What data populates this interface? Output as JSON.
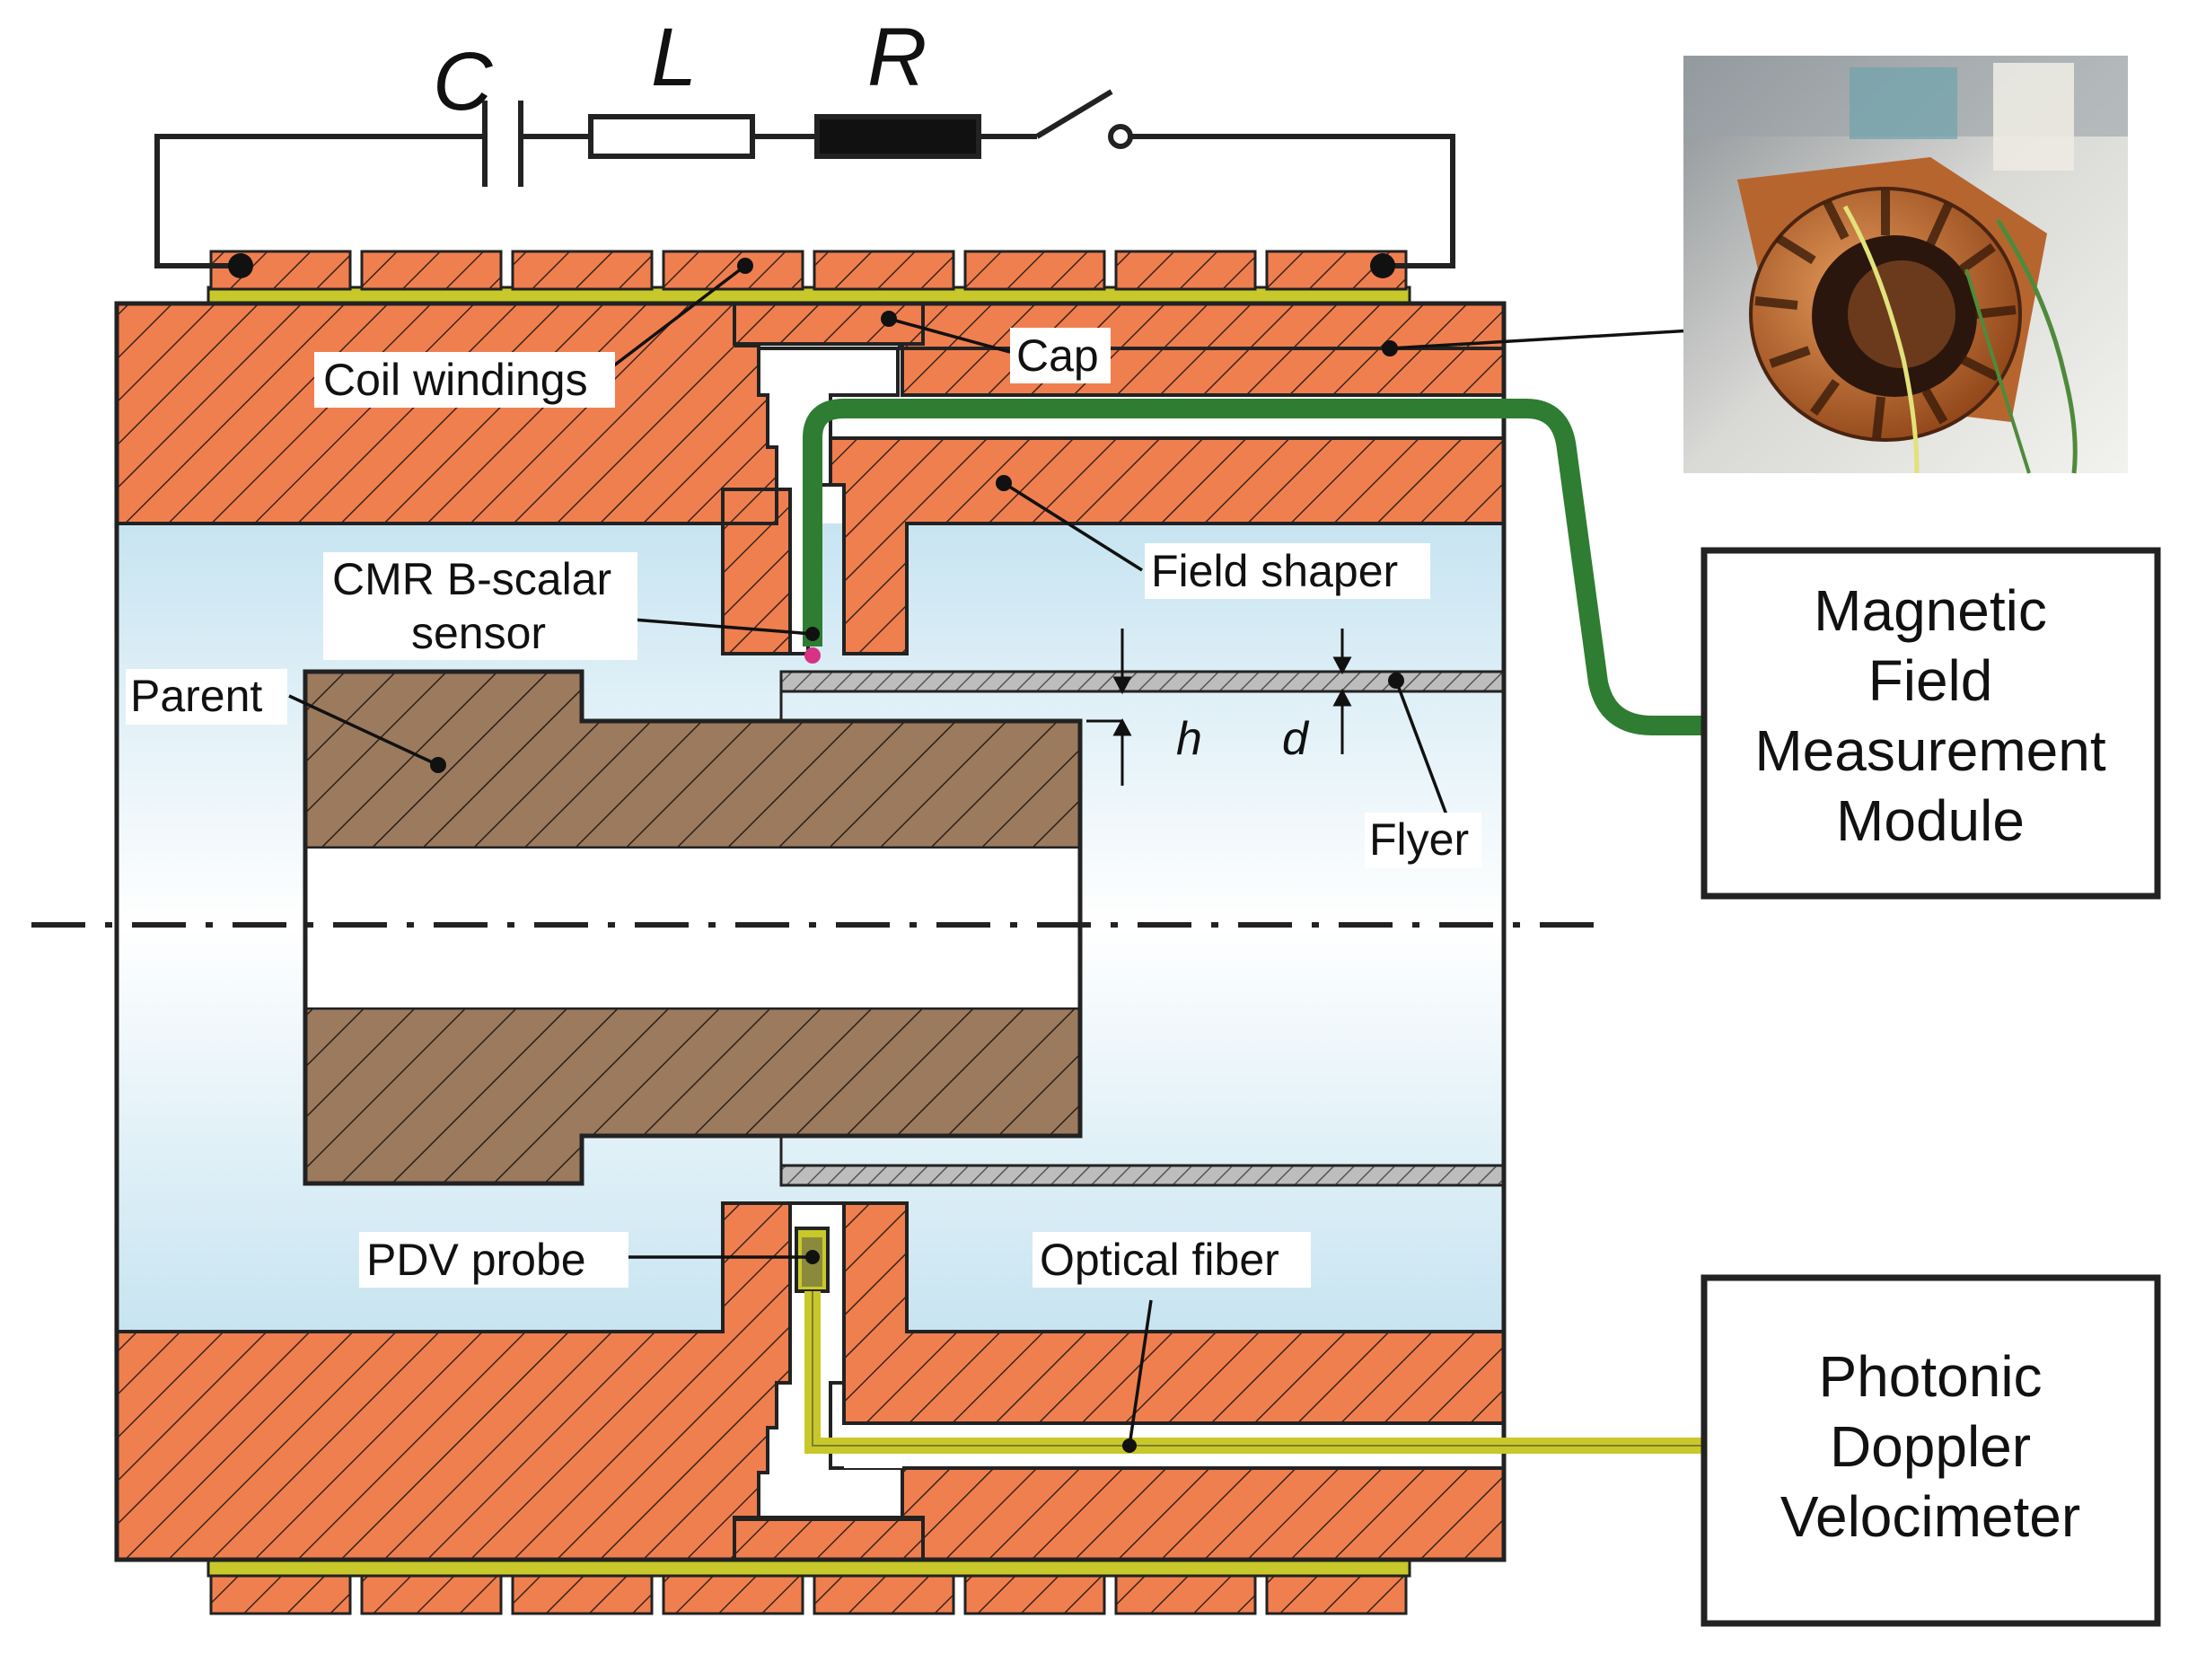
{
  "circuit": {
    "capacitor": "C",
    "inductor": "L",
    "resistor": "R"
  },
  "labels": {
    "coil_windings": "Coil windings",
    "cap": "Cap",
    "field_shaper": "Field shaper",
    "cmr_line1": "CMR B-scalar",
    "cmr_line2": "sensor",
    "parent": "Parent",
    "h": "h",
    "d": "d",
    "flyer": "Flyer",
    "pdv_probe": "PDV probe",
    "optical_fiber": "Optical fiber"
  },
  "modules": {
    "magnetic": [
      "Magnetic",
      "Field",
      "Measurement",
      "Module"
    ],
    "pdv": [
      "Photonic",
      "Doppler",
      "Velocimeter"
    ]
  },
  "colors": {
    "copper": "#f07f4f",
    "brown": "#9b7a5e",
    "coil_yellow": "#c8c82a",
    "sensor_green": "#2e7d32",
    "fiber_yellow": "#c8c82a",
    "cavity_top": "#cbe6f2",
    "cavity_mid": "#ffffff"
  }
}
